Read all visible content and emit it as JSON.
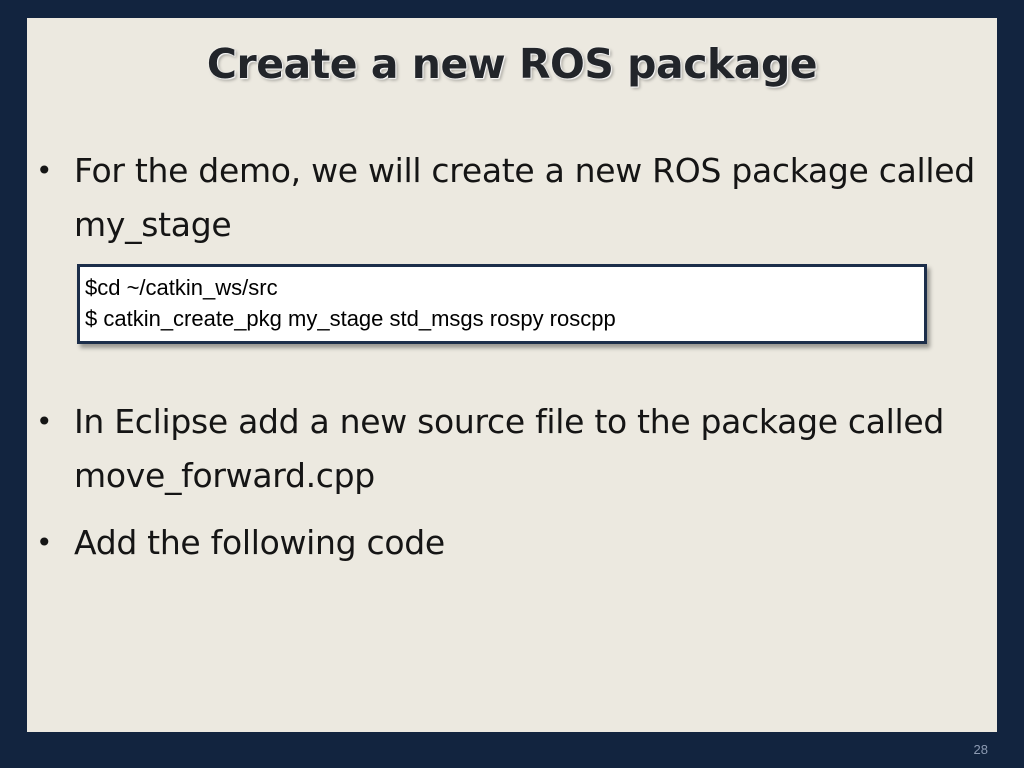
{
  "slide": {
    "title": "Create a new ROS package",
    "bullets": [
      "For the demo, we will create a new ROS package called my_stage",
      "In Eclipse add a new source file to the package called move_forward.cpp",
      "Add the following code"
    ],
    "code_lines": [
      "$cd ~/catkin_ws/src",
      "$ catkin_create_pkg my_stage std_msgs rospy roscpp"
    ],
    "slide_number": "28"
  }
}
